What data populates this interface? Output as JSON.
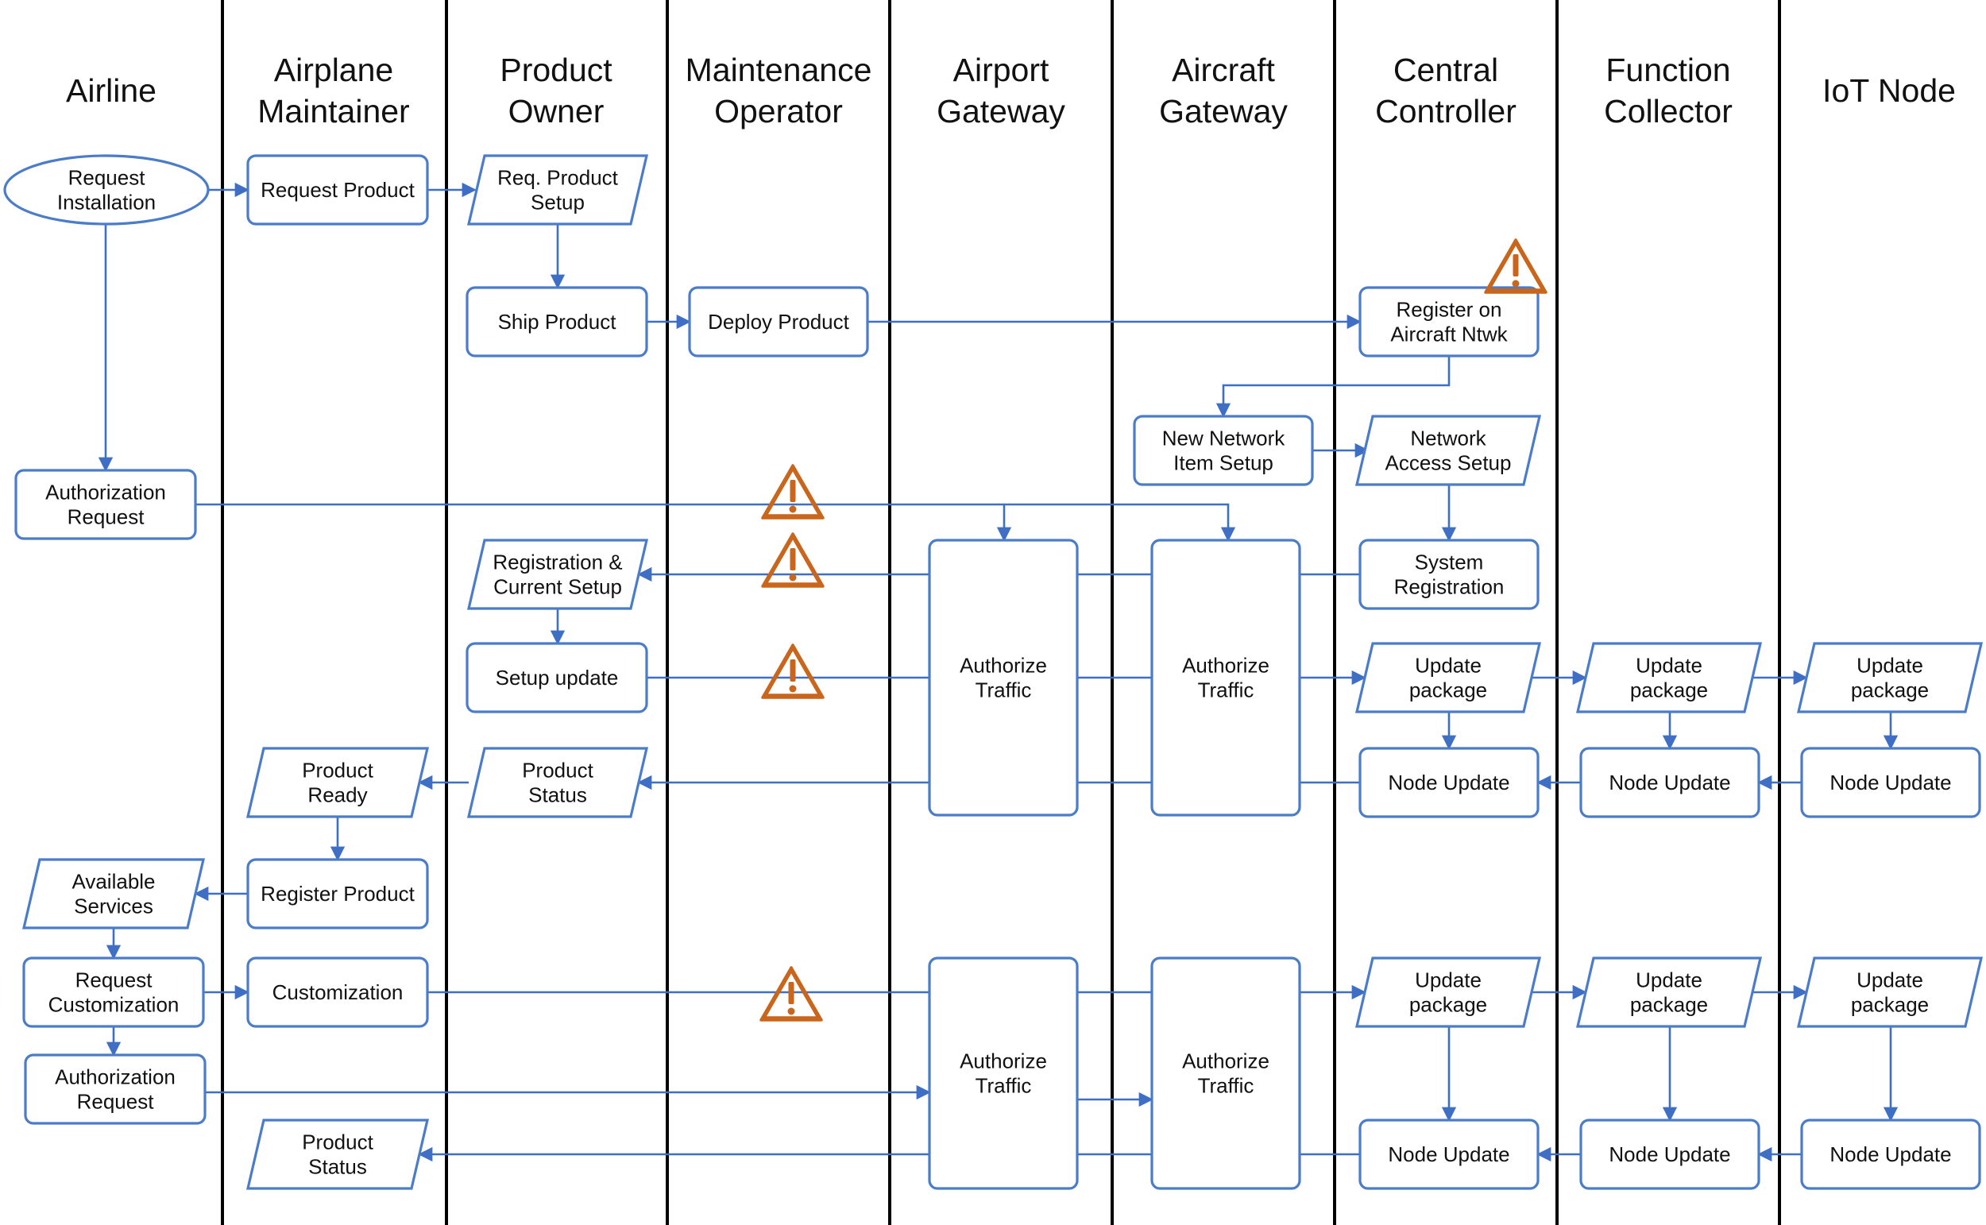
{
  "lanes": [
    {
      "id": "airline",
      "title": [
        "Airline"
      ]
    },
    {
      "id": "maintainer",
      "title": [
        "Airplane",
        "Maintainer"
      ]
    },
    {
      "id": "owner",
      "title": [
        "Product",
        "Owner"
      ]
    },
    {
      "id": "operator",
      "title": [
        "Maintenance",
        "Operator"
      ]
    },
    {
      "id": "airport",
      "title": [
        "Airport",
        "Gateway"
      ]
    },
    {
      "id": "aircraft",
      "title": [
        "Aircraft",
        "Gateway"
      ]
    },
    {
      "id": "central",
      "title": [
        "Central",
        "Controller"
      ]
    },
    {
      "id": "function",
      "title": [
        "Function",
        "Collector"
      ]
    },
    {
      "id": "iot",
      "title": [
        "IoT Node"
      ]
    }
  ],
  "nodes": {
    "request_installation": {
      "shape": "ellipse",
      "text": [
        "Request",
        "Installation"
      ]
    },
    "request_product": {
      "shape": "rect",
      "text": [
        "Request Product"
      ]
    },
    "req_product_setup": {
      "shape": "para",
      "text": [
        "Req. Product",
        "Setup"
      ]
    },
    "ship_product": {
      "shape": "rect",
      "text": [
        "Ship Product"
      ]
    },
    "deploy_product": {
      "shape": "rect",
      "text": [
        "Deploy Product"
      ]
    },
    "register_aircraft": {
      "shape": "rect",
      "text": [
        "Register on",
        "Aircraft Ntwk"
      ]
    },
    "new_network_item": {
      "shape": "rect",
      "text": [
        "New Network",
        "Item Setup"
      ]
    },
    "network_access": {
      "shape": "para",
      "text": [
        "Network",
        "Access Setup"
      ]
    },
    "authorization_request_1": {
      "shape": "rect",
      "text": [
        "Authorization",
        "Request"
      ]
    },
    "registration_current": {
      "shape": "para",
      "text": [
        "Registration &",
        "Current Setup"
      ]
    },
    "system_registration": {
      "shape": "rect",
      "text": [
        "System",
        "Registration"
      ]
    },
    "authorize_traffic_airport_1": {
      "shape": "rect",
      "text": [
        "Authorize",
        "Traffic"
      ]
    },
    "authorize_traffic_aircraft_1": {
      "shape": "rect",
      "text": [
        "Authorize",
        "Traffic"
      ]
    },
    "setup_update": {
      "shape": "rect",
      "text": [
        "Setup update"
      ]
    },
    "update_package_central_1": {
      "shape": "para",
      "text": [
        "Update",
        "package"
      ]
    },
    "update_package_function_1": {
      "shape": "para",
      "text": [
        "Update",
        "package"
      ]
    },
    "update_package_iot_1": {
      "shape": "para",
      "text": [
        "Update",
        "package"
      ]
    },
    "product_ready": {
      "shape": "para",
      "text": [
        "Product",
        "Ready"
      ]
    },
    "product_status_1": {
      "shape": "para",
      "text": [
        "Product",
        "Status"
      ]
    },
    "node_update_central_1": {
      "shape": "rect",
      "text": [
        "Node Update"
      ]
    },
    "node_update_function_1": {
      "shape": "rect",
      "text": [
        "Node Update"
      ]
    },
    "node_update_iot_1": {
      "shape": "rect",
      "text": [
        "Node Update"
      ]
    },
    "available_services": {
      "shape": "para",
      "text": [
        "Available",
        "Services"
      ]
    },
    "register_product": {
      "shape": "rect",
      "text": [
        "Register Product"
      ]
    },
    "request_customization": {
      "shape": "rect",
      "text": [
        "Request",
        "Customization"
      ]
    },
    "customization": {
      "shape": "rect",
      "text": [
        "Customization"
      ]
    },
    "authorize_traffic_airport_2": {
      "shape": "rect",
      "text": [
        "Authorize",
        "Traffic"
      ]
    },
    "authorize_traffic_aircraft_2": {
      "shape": "rect",
      "text": [
        "Authorize",
        "Traffic"
      ]
    },
    "update_package_central_2": {
      "shape": "para",
      "text": [
        "Update",
        "package"
      ]
    },
    "update_package_function_2": {
      "shape": "para",
      "text": [
        "Update",
        "package"
      ]
    },
    "update_package_iot_2": {
      "shape": "para",
      "text": [
        "Update",
        "package"
      ]
    },
    "authorization_request_2": {
      "shape": "rect",
      "text": [
        "Authorization",
        "Request"
      ]
    },
    "product_status_2": {
      "shape": "para",
      "text": [
        "Product",
        "Status"
      ]
    },
    "node_update_central_2": {
      "shape": "rect",
      "text": [
        "Node Update"
      ]
    },
    "node_update_function_2": {
      "shape": "rect",
      "text": [
        "Node Update"
      ]
    },
    "node_update_iot_2": {
      "shape": "rect",
      "text": [
        "Node Update"
      ]
    }
  },
  "warnings": [
    {
      "id": "warning-register-aircraft",
      "icon": "warning-triangle-icon"
    },
    {
      "id": "warning-authorization-request",
      "icon": "warning-triangle-icon"
    },
    {
      "id": "warning-registration-current",
      "icon": "warning-triangle-icon"
    },
    {
      "id": "warning-setup-update",
      "icon": "warning-triangle-icon"
    },
    {
      "id": "warning-customization",
      "icon": "warning-triangle-icon"
    }
  ],
  "colors": {
    "shape_stroke": "#4a7cc7",
    "edge": "#3e6fc4",
    "warning": "#c9661c",
    "lane_divider": "#000000"
  }
}
